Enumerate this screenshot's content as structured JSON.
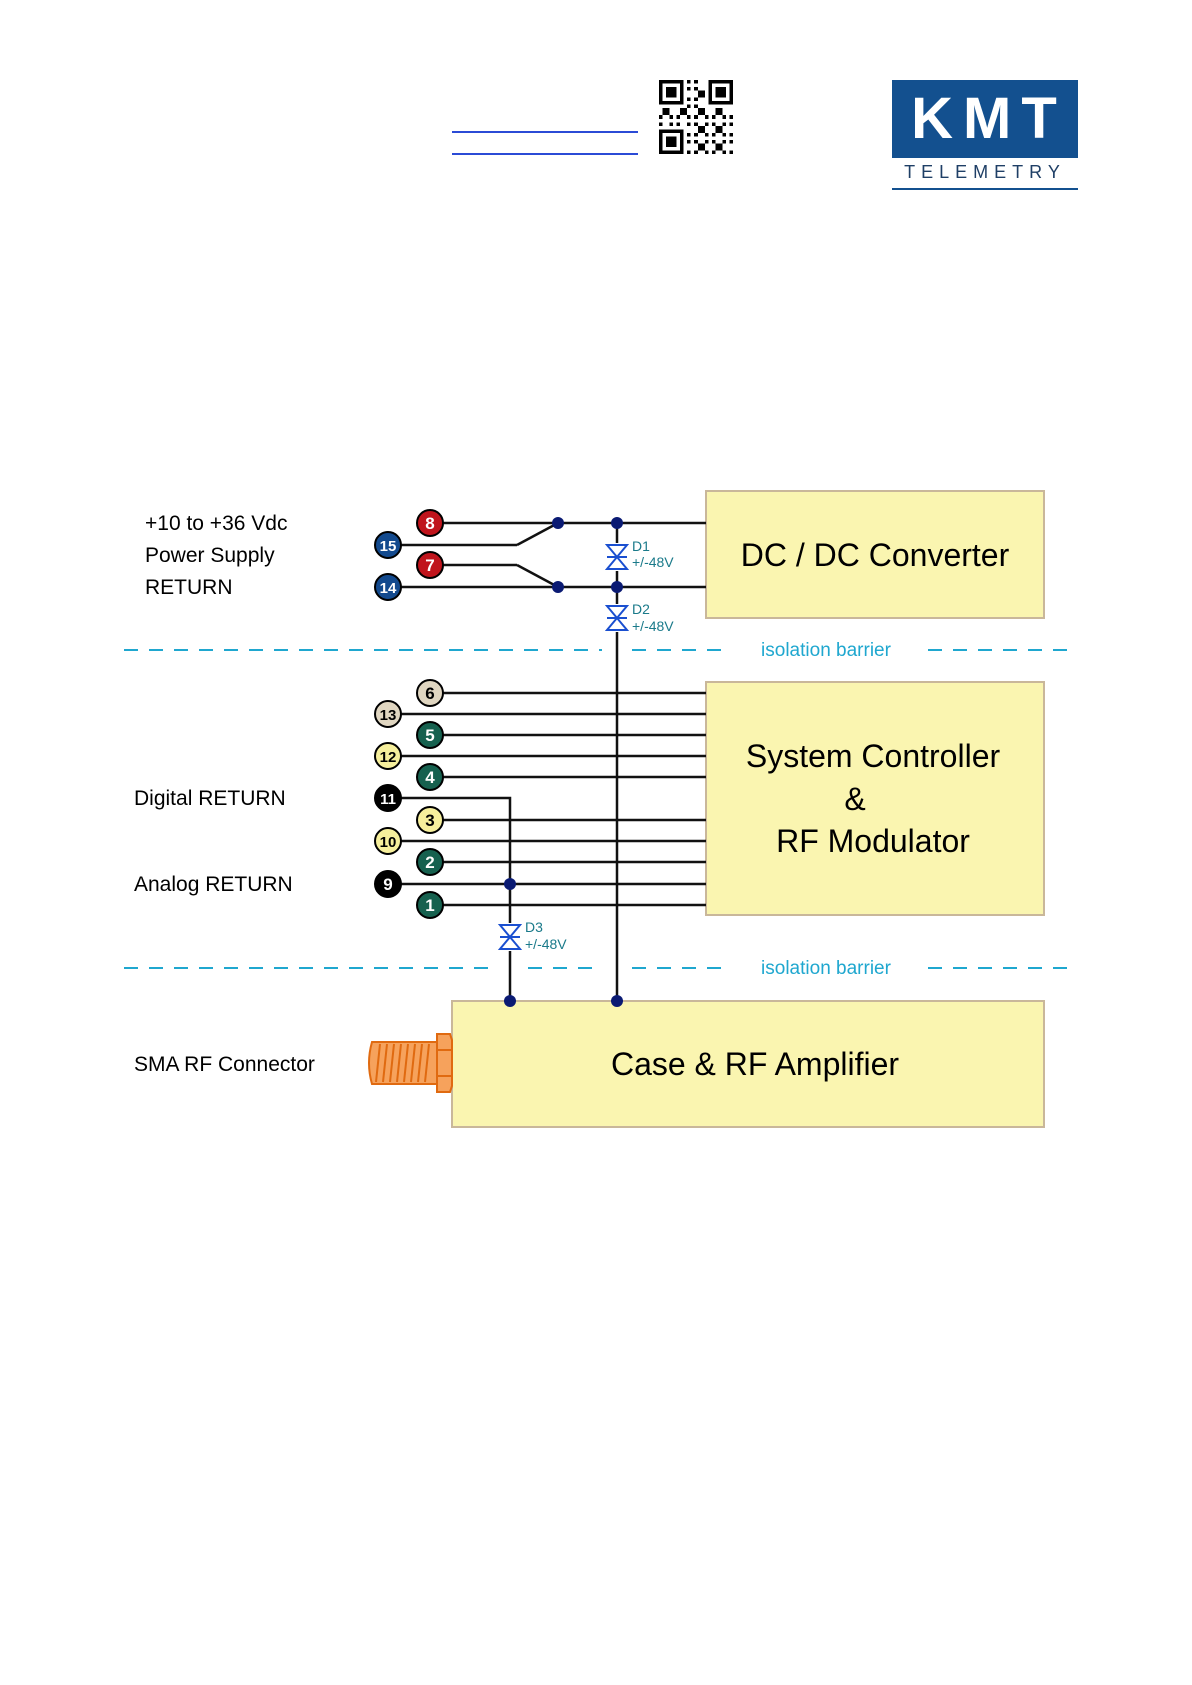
{
  "header": {
    "logo": {
      "brand": "KMT",
      "subtitle": "TELEMETRY"
    }
  },
  "colors": {
    "block_fill": "#faf5b0",
    "block_border": "#c9b79a",
    "wire": "#111111",
    "junction": "#0a1a73",
    "diode": "#1a4fd0",
    "diode_label": "#1a7a8a",
    "barrier": "#1fa7cf",
    "pin_red": "#c0141c",
    "pin_blue": "#134a8e",
    "pin_green": "#16614f",
    "pin_beige": "#e0d6c1",
    "pin_yellow": "#f6ef9c",
    "pin_black": "#000000",
    "connector": "#f08020"
  },
  "left_labels": {
    "supply_line1": "+10 to +36 Vdc",
    "supply_line2": "Power Supply",
    "supply_line3": "RETURN",
    "digital_return": "Digital  RETURN",
    "analog_return": "Analog  RETURN",
    "sma": "SMA RF Connector"
  },
  "blocks": {
    "dcdc": "DC / DC  Converter",
    "sysctrl_line1": "System Controller",
    "sysctrl_line2": "&",
    "sysctrl_line3": "RF Modulator",
    "case": "Case  &  RF Amplifier"
  },
  "barriers": {
    "top": "isolation barrier",
    "bottom": "isolation barrier"
  },
  "diodes": {
    "d1": {
      "name": "D1",
      "rating": "+/-48V"
    },
    "d2": {
      "name": "D2",
      "rating": "+/-48V"
    },
    "d3": {
      "name": "D3",
      "rating": "+/-48V"
    }
  },
  "pins": [
    {
      "num": "8",
      "color": "red"
    },
    {
      "num": "15",
      "color": "blue"
    },
    {
      "num": "7",
      "color": "red"
    },
    {
      "num": "14",
      "color": "blue"
    },
    {
      "num": "6",
      "color": "beige"
    },
    {
      "num": "13",
      "color": "beige"
    },
    {
      "num": "5",
      "color": "green"
    },
    {
      "num": "12",
      "color": "yellow"
    },
    {
      "num": "4",
      "color": "green"
    },
    {
      "num": "11",
      "color": "black"
    },
    {
      "num": "3",
      "color": "yellow"
    },
    {
      "num": "10",
      "color": "yellow"
    },
    {
      "num": "2",
      "color": "green"
    },
    {
      "num": "9",
      "color": "black"
    },
    {
      "num": "1",
      "color": "green"
    }
  ]
}
